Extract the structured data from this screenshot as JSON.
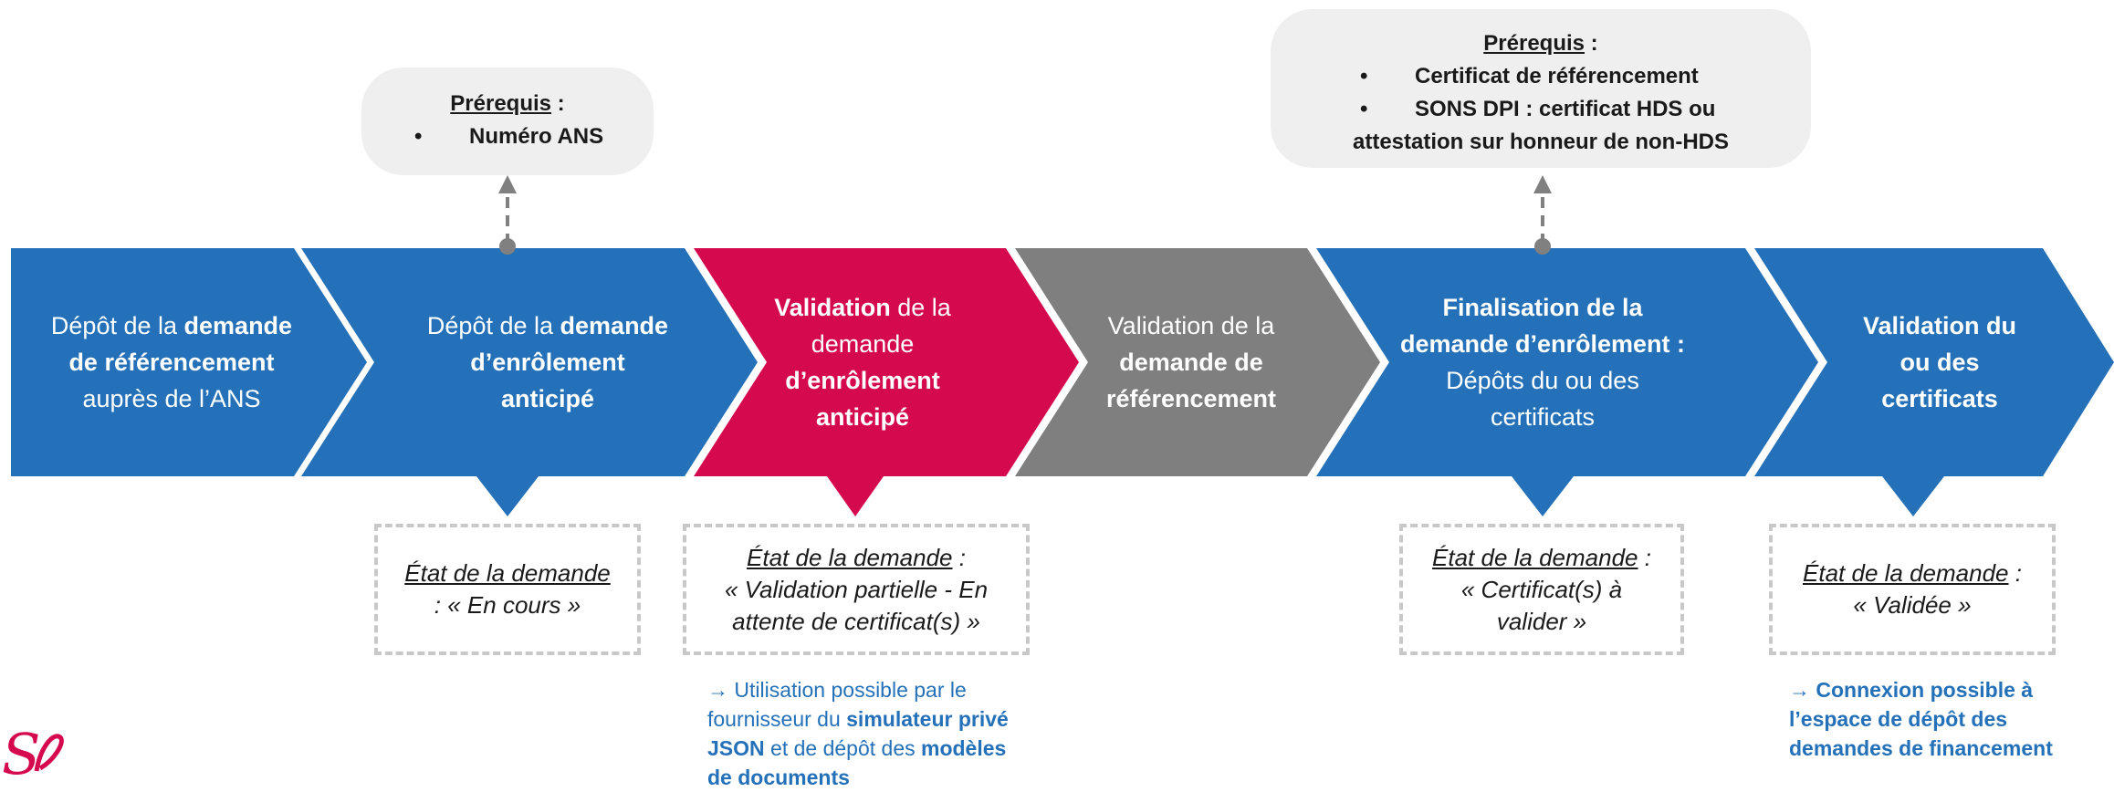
{
  "colors": {
    "blue": "#2471b9",
    "pink": "#d50a4e",
    "gray": "#7f7f7f",
    "prereq_bg": "#efefef",
    "dashed_border": "#c8c8c8",
    "text_dark": "#1a1a1a",
    "note_blue": "#2471b9"
  },
  "steps": [
    {
      "color": "blue",
      "l1_a": "Dépôt de la ",
      "l1_b": "demande",
      "l2": "de référencement",
      "l3": "auprès de l’ANS"
    },
    {
      "color": "blue",
      "l1_a": "Dépôt de la ",
      "l1_b": "demande",
      "l2": "d’enrôlement",
      "l3": "anticipé"
    },
    {
      "color": "pink",
      "l1_a": "Validation",
      "l1_b": " de la",
      "l2": "demande",
      "l3": "d’enrôlement",
      "l4": "anticipé"
    },
    {
      "color": "gray",
      "l1": "Validation de la",
      "l2": "demande de",
      "l3": "référencement"
    },
    {
      "color": "blue",
      "l1": "Finalisation de la",
      "l2": "demande d’enrôlement :",
      "l3": "Dépôts du ou des",
      "l4": "certificats"
    },
    {
      "color": "blue",
      "l1": "Validation du",
      "l2": "ou des",
      "l3": "certificats"
    }
  ],
  "prereq_left": {
    "title": "Prérequis",
    "colon": " :",
    "bullet": "•",
    "items": [
      "Numéro ANS"
    ]
  },
  "prereq_right": {
    "title": "Prérequis",
    "colon": " :",
    "bullet": "•",
    "items": [
      "Certificat de référencement",
      "SONS DPI : certificat HDS ou"
    ],
    "continuation": "attestation sur honneur de non-HDS"
  },
  "states": [
    {
      "u": "État de la demande",
      "rest1": "",
      "line2": ": « En cours »"
    },
    {
      "u": "État de la demande",
      "rest1": " :",
      "line2": "« Validation partielle - En",
      "line3": "attente de certificat(s) »"
    },
    {
      "u": "État de la demande",
      "rest1": " :",
      "line2": "« Certificat(s) à",
      "line3": "valider »"
    },
    {
      "u": "État de la demande",
      "rest1": " :",
      "line2": "« Validée »"
    }
  ],
  "note_pink": {
    "l1": "→ Utilisation possible par le",
    "l2_a": "fournisseur du ",
    "l2_b": "simulateur privé",
    "l3_a": "JSON",
    "l3_b": " et de dépôt des ",
    "l3_c": "modèles",
    "l4": "de documents"
  },
  "note_right": {
    "l1": "→ Connexion possible à",
    "l2": "l’espace de dépôt des",
    "l3": "demandes de financement"
  },
  "logo_text": "S"
}
